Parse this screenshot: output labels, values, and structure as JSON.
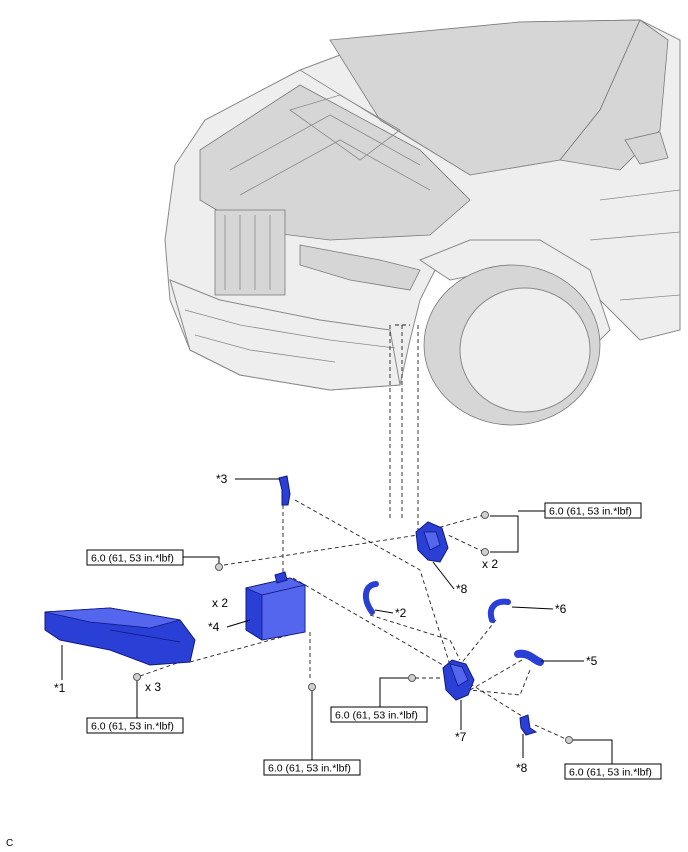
{
  "labels": {
    "p1": "*1",
    "p2": "*2",
    "p3": "*3",
    "p4": "*4",
    "p5": "*5",
    "p6": "*6",
    "p7": "*7",
    "p8a": "*8",
    "p8b": "*8"
  },
  "quantities": {
    "q_tr": "x 2",
    "q_ml": "x 2",
    "q_bl": "x 3"
  },
  "torques": {
    "t_tr": "6.0 (61, 53 in.*lbf)",
    "t_ml": "6.0 (61, 53 in.*lbf)",
    "t_bl": "6.0 (61, 53 in.*lbf)",
    "t_bc": "6.0 (61, 53 in.*lbf)",
    "t_mr": "6.0 (61, 53 in.*lbf)",
    "t_br": "6.0 (61, 53 in.*lbf)"
  },
  "corner_code": "C",
  "colors": {
    "part": "#2a3fd6",
    "car": "#eeeeee"
  }
}
